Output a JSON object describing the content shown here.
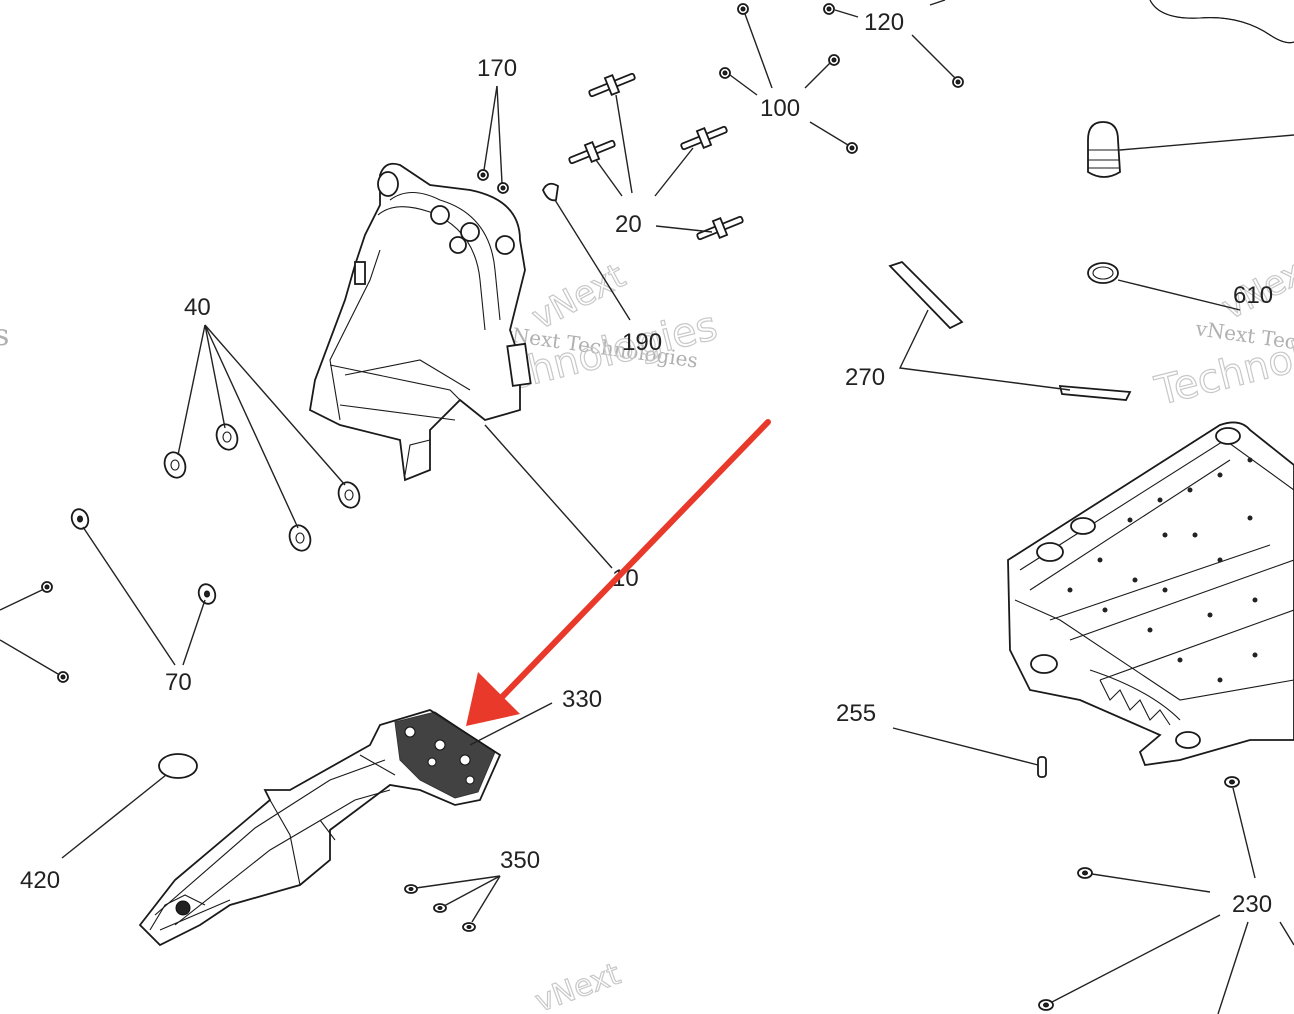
{
  "diagram": {
    "callouts": [
      {
        "id": "c120",
        "text": "120"
      },
      {
        "id": "c170",
        "text": "170"
      },
      {
        "id": "c100",
        "text": "100"
      },
      {
        "id": "c20",
        "text": "20"
      },
      {
        "id": "c40",
        "text": "40"
      },
      {
        "id": "c190",
        "text": "190"
      },
      {
        "id": "c610",
        "text": "610"
      },
      {
        "id": "c270",
        "text": "270"
      },
      {
        "id": "c10",
        "text": "10"
      },
      {
        "id": "c70",
        "text": "70"
      },
      {
        "id": "c330",
        "text": "330"
      },
      {
        "id": "c255",
        "text": "255"
      },
      {
        "id": "c420",
        "text": "420"
      },
      {
        "id": "c350",
        "text": "350"
      },
      {
        "id": "c230",
        "text": "230"
      }
    ],
    "watermark": {
      "line1": "vNext",
      "line2": "Technologies",
      "small": "vNext Technologies"
    },
    "highlight_arrow_color": "#e8392a",
    "line_color": "#222222"
  }
}
